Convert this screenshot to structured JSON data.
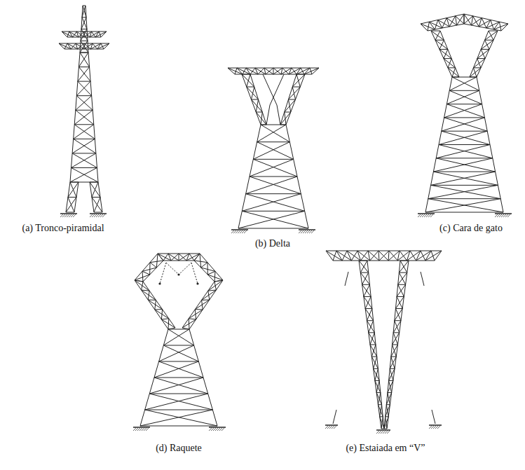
{
  "diagram": {
    "labels": [
      "(a) Tronco-piramidal",
      "(b) Delta",
      "(c) Cara de gato",
      "(d) Raquete",
      "(e) Estaiada em “V”"
    ]
  }
}
